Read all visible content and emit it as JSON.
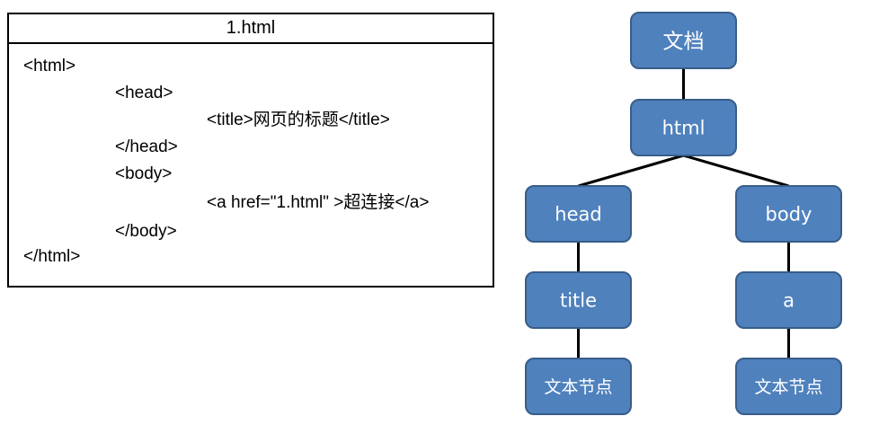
{
  "code_panel": {
    "filename": "1.html",
    "lines": [
      {
        "text": "<html>",
        "indent": 0
      },
      {
        "text": "<head>",
        "indent": 1
      },
      {
        "text": "<title>网页的标题</title>",
        "indent": 2
      },
      {
        "text": "</head>",
        "indent": 1
      },
      {
        "text": "<body>",
        "indent": 1
      },
      {
        "text": "<a href=\"1.html\" >超连接</a>",
        "indent": 2
      },
      {
        "text": "</body>",
        "indent": 1
      },
      {
        "text": "</html>",
        "indent": 0
      }
    ]
  },
  "dom_tree": {
    "nodes": [
      {
        "id": "document",
        "label": "文档",
        "parent": null
      },
      {
        "id": "html",
        "label": "html",
        "parent": "document"
      },
      {
        "id": "head",
        "label": "head",
        "parent": "html"
      },
      {
        "id": "body",
        "label": "body",
        "parent": "html"
      },
      {
        "id": "title",
        "label": "title",
        "parent": "head"
      },
      {
        "id": "a",
        "label": "a",
        "parent": "body"
      },
      {
        "id": "text-node-1",
        "label": "文本节点",
        "parent": "title"
      },
      {
        "id": "text-node-2",
        "label": "文本节点",
        "parent": "a"
      }
    ],
    "colors": {
      "node_fill": "#4F81BD",
      "node_border": "#385D8A",
      "node_text": "#FFFFFF",
      "edge": "#000000"
    }
  }
}
